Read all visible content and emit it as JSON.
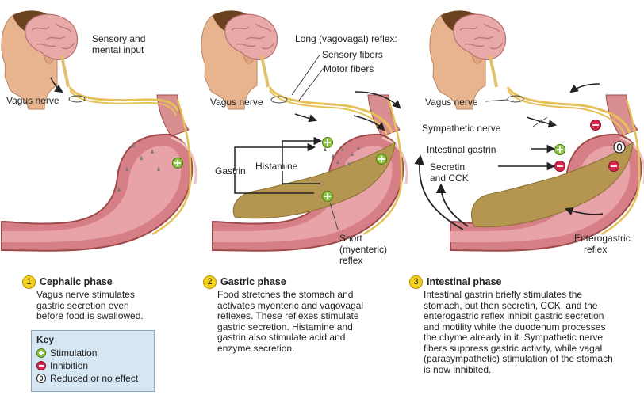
{
  "panel1": {
    "sensory_label": "Sensory and mental input",
    "sensory_line1": "Sensory and",
    "sensory_line2": "mental input",
    "vagus_label": "Vagus nerve"
  },
  "panel2": {
    "long_reflex_label": "Long (vagovagal) reflex:",
    "sensory_fibers_label": "Sensory fibers",
    "motor_fibers_label": "Motor fibers",
    "vagus_label": "Vagus nerve",
    "gastrin_label": "Gastrin",
    "histamine_label": "Histamine",
    "short_reflex_line1": "Short",
    "short_reflex_line2": "(myenteric)",
    "short_reflex_line3": "reflex"
  },
  "panel3": {
    "vagus_label": "Vagus nerve",
    "sympathetic_label": "Sympathetic nerve",
    "intestinal_gastrin_label": "Intestinal gastrin",
    "secretin_line1": "Secretin",
    "secretin_line2": "and CCK",
    "enterogastric_line1": "Enterogastric",
    "enterogastric_line2": "reflex"
  },
  "phases": [
    {
      "number": "1",
      "title": "Cephalic phase",
      "lines": [
        "Vagus nerve stimulates",
        "gastric secretion even",
        "before food is swallowed."
      ]
    },
    {
      "number": "2",
      "title": "Gastric phase",
      "lines": [
        "Food stretches the stomach and",
        "activates myenteric and vagovagal",
        "reflexes. These reflexes stimulate",
        "gastric secretion. Histamine and",
        "gastrin also stimulate acid and",
        "enzyme secretion."
      ]
    },
    {
      "number": "3",
      "title": "Intestinal phase",
      "lines": [
        "Intestinal gastrin briefly stimulates the",
        "stomach, but then secretin, CCK, and the",
        "enterogastric reflex inhibit gastric secretion",
        "and motility while the duodenum processes",
        "the chyme already in it. Sympathetic nerve",
        "fibers suppress gastric activity, while vagal",
        "(parasympathetic) stimulation of the stomach",
        "is now inhibited."
      ]
    }
  ],
  "key": {
    "title": "Key",
    "stimulation": "Stimulation",
    "inhibition": "Inhibition",
    "no_effect": "Reduced or no effect",
    "zero_symbol": "0"
  },
  "colors": {
    "stimulation": "#8cc63f",
    "inhibition": "#d7264b",
    "number_badge": "#f6d21d",
    "key_background": "#d7e6f3",
    "nerve": "#e6c15a",
    "stomach": "#c9707a",
    "chyme": "#b49650"
  }
}
